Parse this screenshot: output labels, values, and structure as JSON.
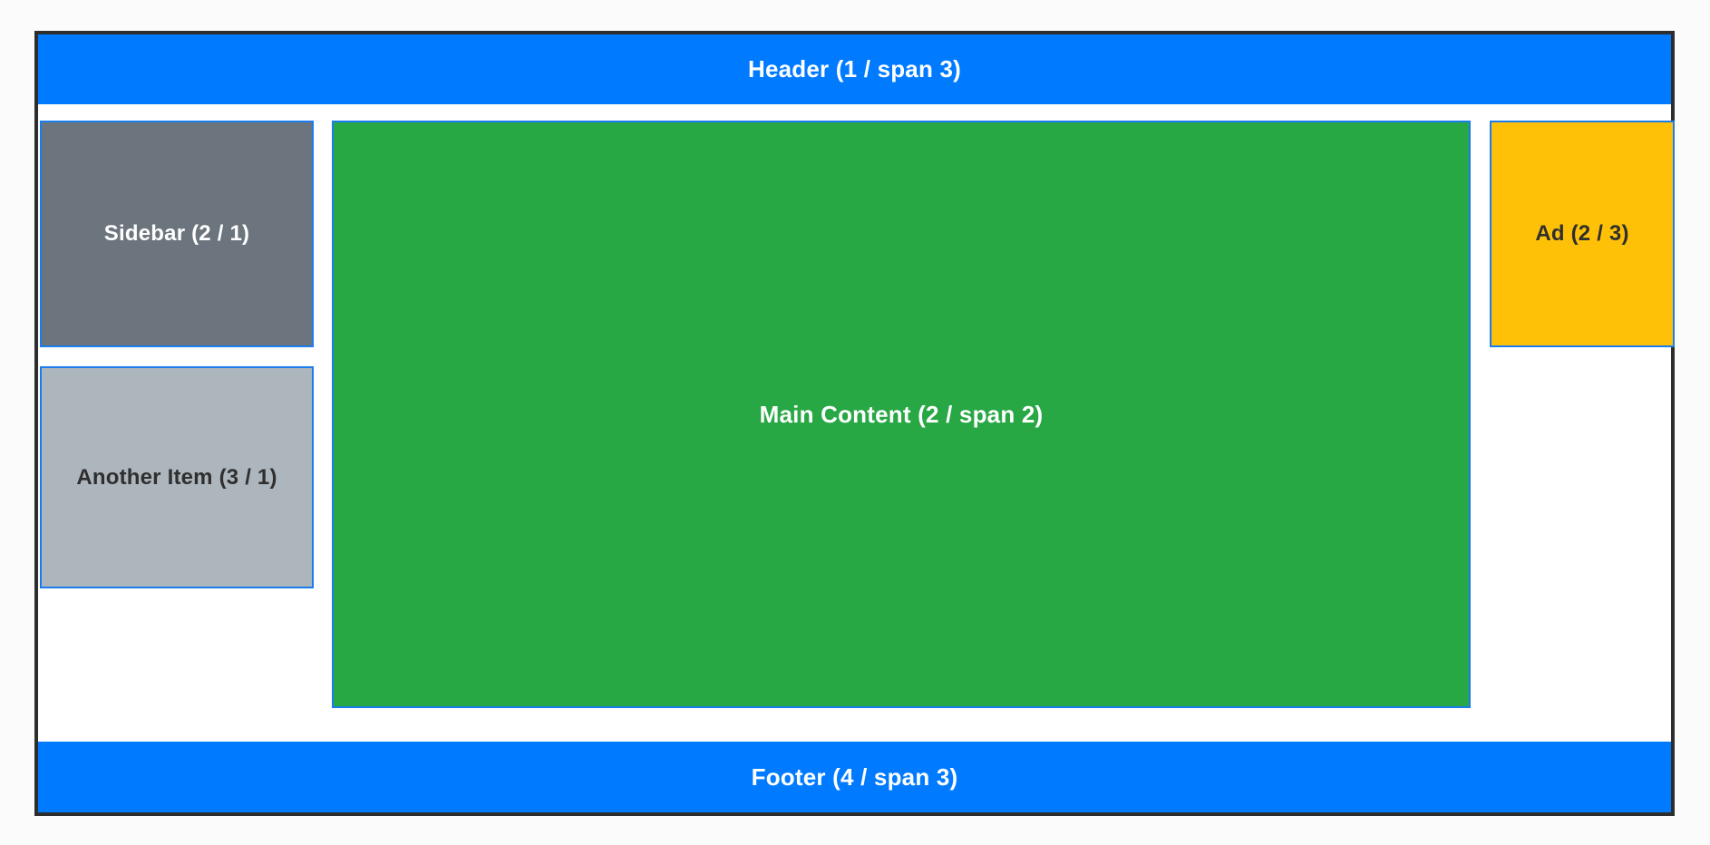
{
  "page": {
    "background_color": "#fbfbfb",
    "frame_border_color": "#2d2d2d",
    "frame_background": "#ffffff",
    "cell_outline_color": "#1b7ced"
  },
  "grid": {
    "areas": [
      {
        "key": "header",
        "label": "Header (1 / span 3)",
        "background_color": "#007bff",
        "text_color": "#ffffff"
      },
      {
        "key": "sidebar",
        "label": "Sidebar (2 / 1)",
        "background_color": "#6c757d",
        "text_color": "#ffffff"
      },
      {
        "key": "main",
        "label": "Main Content (2 / span 2)",
        "background_color": "#28a745",
        "text_color": "#ffffff"
      },
      {
        "key": "ad",
        "label": "Ad (2 / 3)",
        "background_color": "#ffc107",
        "text_color": "#2f2f2f"
      },
      {
        "key": "another",
        "label": "Another Item (3 / 1)",
        "background_color": "#adb5bd",
        "text_color": "#2f2f2f"
      },
      {
        "key": "footer",
        "label": "Footer (4 / span 3)",
        "background_color": "#007bff",
        "text_color": "#ffffff"
      }
    ]
  }
}
